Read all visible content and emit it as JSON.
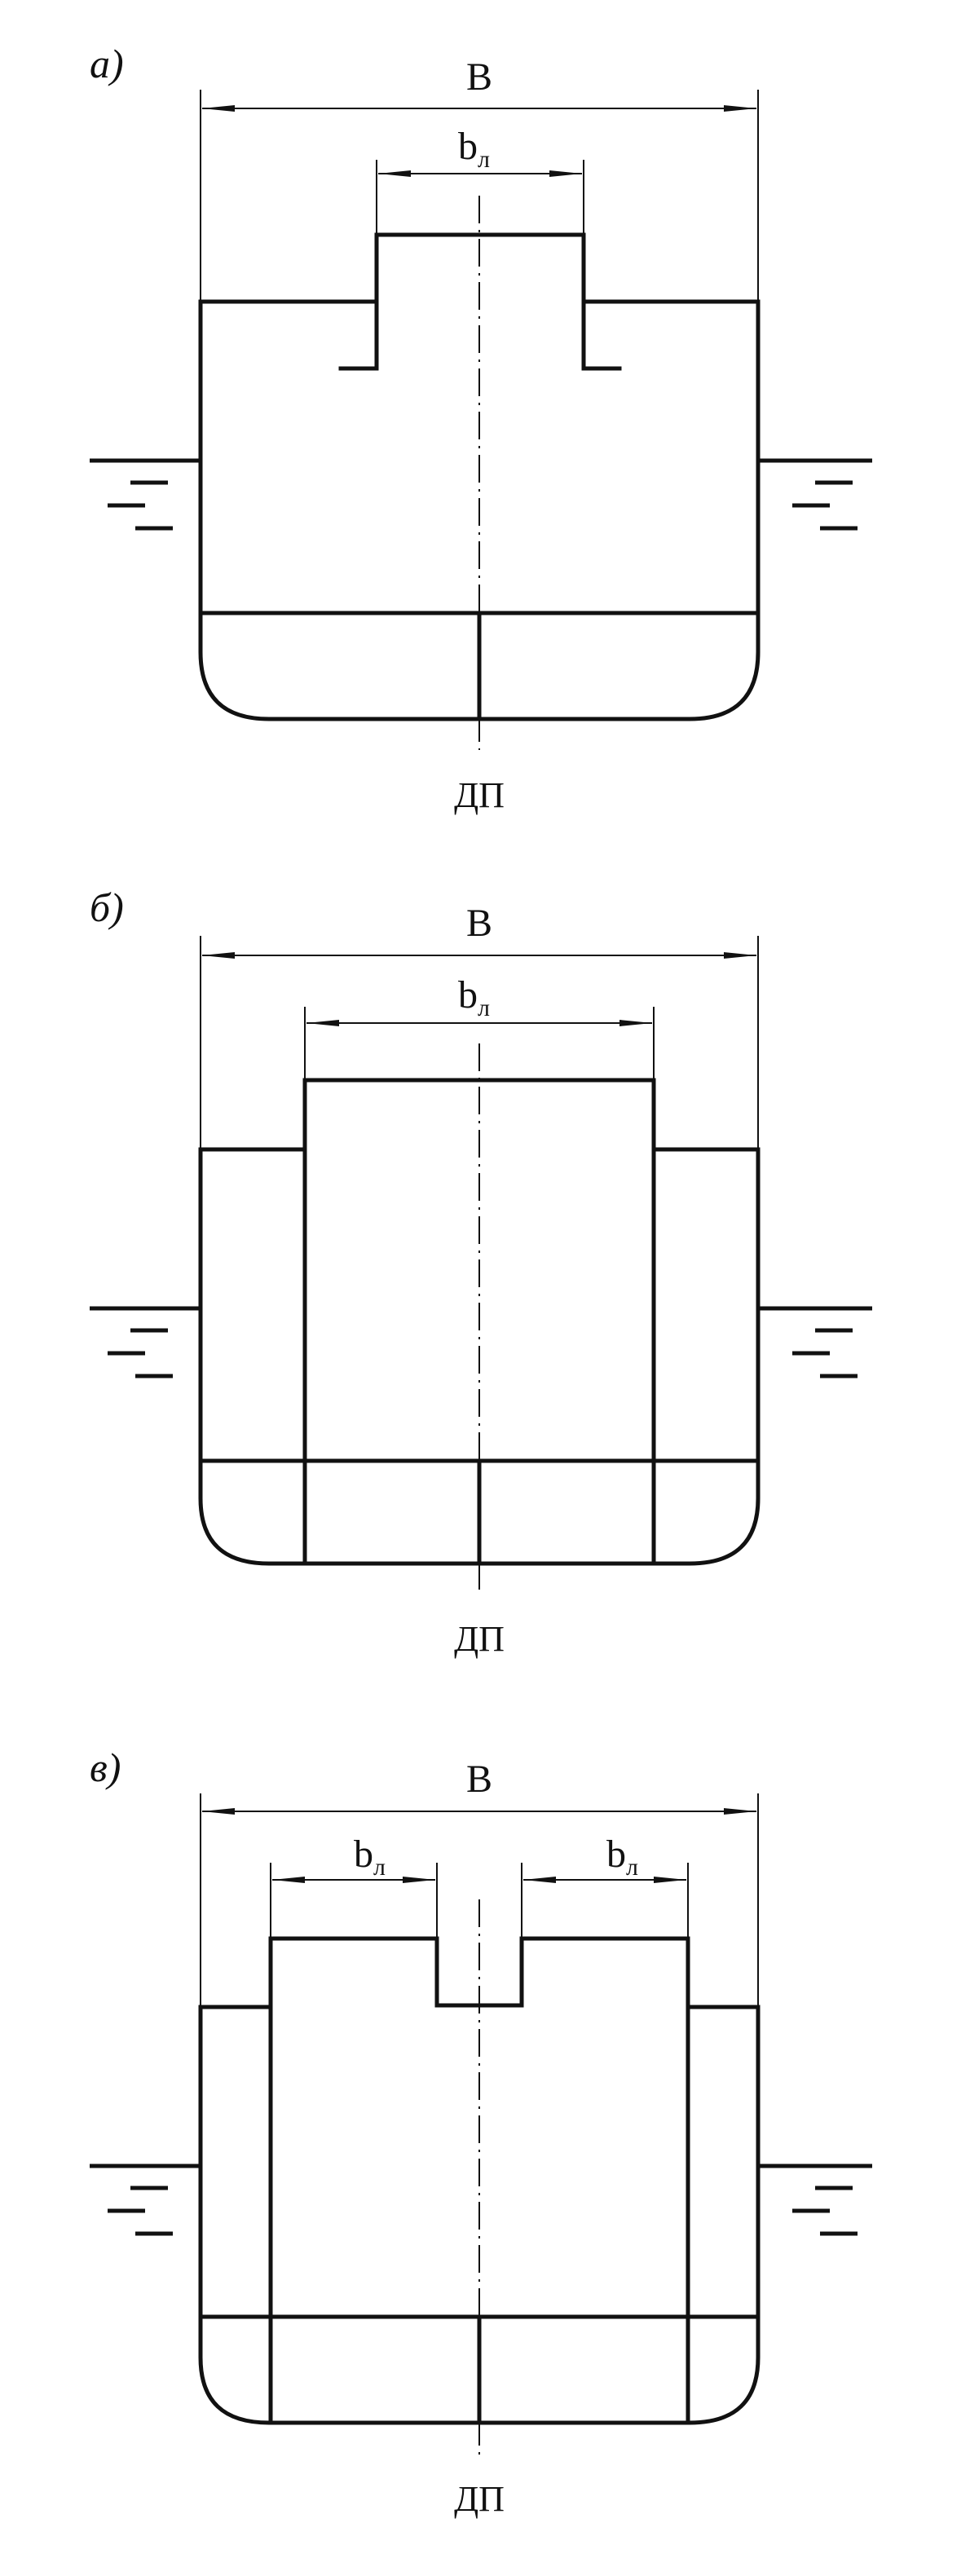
{
  "panels": [
    {
      "id": "a",
      "label": "а)",
      "overall_width_label": "B",
      "inner_width_label": "b",
      "inner_width_sub": "л",
      "centerline_label": "ДП"
    },
    {
      "id": "b",
      "label": "б)",
      "overall_width_label": "B",
      "inner_width_label": "b",
      "inner_width_sub": "л",
      "centerline_label": "ДП"
    },
    {
      "id": "c",
      "label": "в)",
      "overall_width_label": "B",
      "inner_width_label": "b",
      "inner_width_sub": "л",
      "inner_width_label_right": "b",
      "inner_width_sub_right": "л",
      "centerline_label": "ДП"
    }
  ],
  "colors": {
    "ink": "#111111",
    "paper": "#ffffff"
  }
}
